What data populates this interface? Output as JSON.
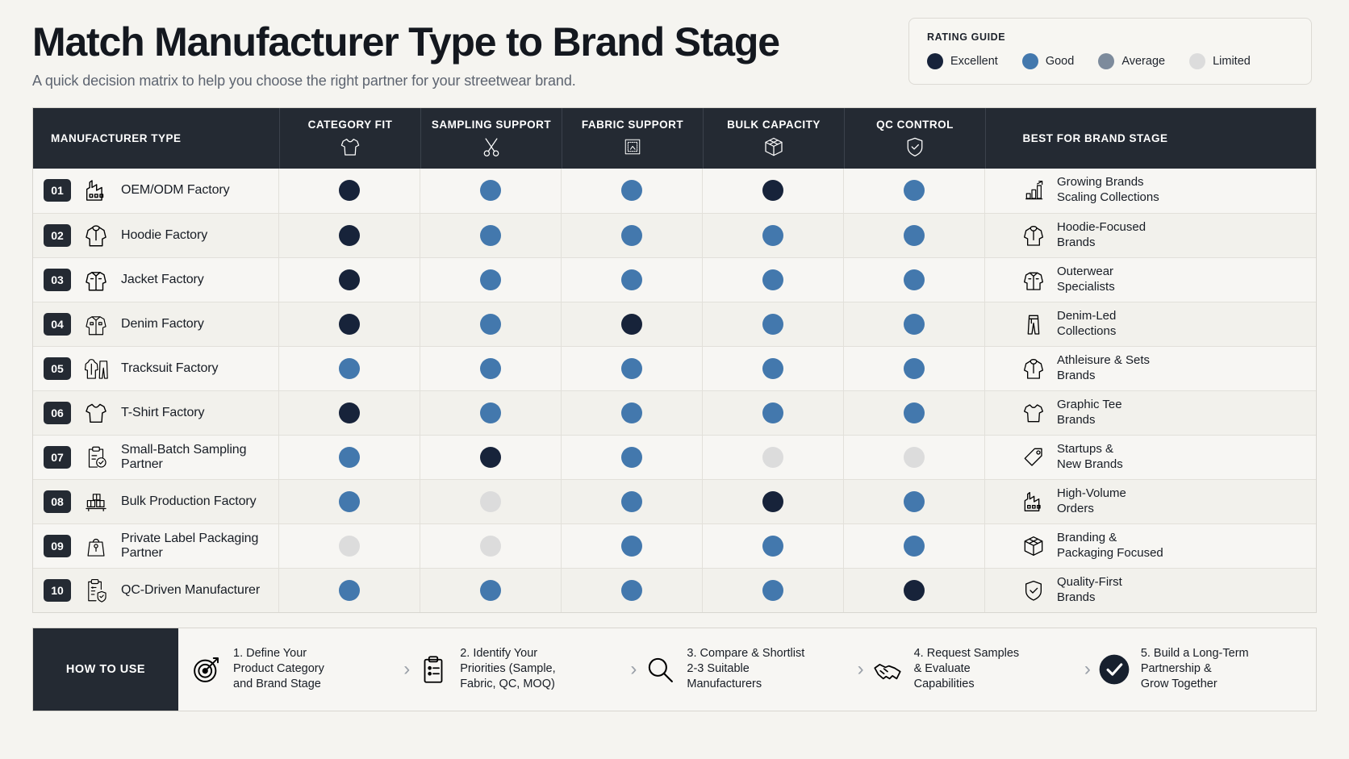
{
  "header": {
    "title": "Match Manufacturer Type to Brand Stage",
    "subtitle": "A quick decision matrix to help you choose the right partner for your streetwear brand."
  },
  "legend": {
    "title": "RATING GUIDE",
    "items": [
      {
        "label": "Excellent",
        "color": "#17233a"
      },
      {
        "label": "Good",
        "color": "#4378ad"
      },
      {
        "label": "Average",
        "color": "#7d8b9c"
      },
      {
        "label": "Limited",
        "color": "#dcdcdc"
      }
    ]
  },
  "table": {
    "columns": [
      {
        "label": "MANUFACTURER TYPE",
        "icon": "none"
      },
      {
        "label": "CATEGORY FIT",
        "icon": "tshirt-icon"
      },
      {
        "label": "SAMPLING SUPPORT",
        "icon": "scissors-icon"
      },
      {
        "label": "FABRIC SUPPORT",
        "icon": "fabric-swatch-icon"
      },
      {
        "label": "BULK CAPACITY",
        "icon": "box-icon"
      },
      {
        "label": "QC CONTROL",
        "icon": "shield-check-icon"
      },
      {
        "label": "BEST FOR BRAND STAGE",
        "icon": "none"
      }
    ],
    "rows": [
      {
        "num": "01",
        "name": "OEM/ODM Factory",
        "icon": "factory-icon",
        "ratings": [
          "excellent",
          "good",
          "good",
          "excellent",
          "good"
        ],
        "stage_icon": "bar-chart-growth-icon",
        "stage_line1": "Growing Brands",
        "stage_line2": "Scaling Collections"
      },
      {
        "num": "02",
        "name": "Hoodie  Factory",
        "icon": "hoodie-icon",
        "ratings": [
          "excellent",
          "good",
          "good",
          "good",
          "good"
        ],
        "stage_icon": "hoodie-icon",
        "stage_line1": "Hoodie-Focused",
        "stage_line2": "Brands"
      },
      {
        "num": "03",
        "name": "Jacket Factory",
        "icon": "jacket-icon",
        "ratings": [
          "excellent",
          "good",
          "good",
          "good",
          "good"
        ],
        "stage_icon": "jacket-icon",
        "stage_line1": "Outerwear",
        "stage_line2": "Specialists"
      },
      {
        "num": "04",
        "name": "Denim Factory",
        "icon": "denim-jacket-icon",
        "ratings": [
          "excellent",
          "good",
          "excellent",
          "good",
          "good"
        ],
        "stage_icon": "jeans-icon",
        "stage_line1": "Denim-Led",
        "stage_line2": "Collections"
      },
      {
        "num": "05",
        "name": "Tracksuit Factory",
        "icon": "tracksuit-icon",
        "ratings": [
          "good",
          "good",
          "good",
          "good",
          "good"
        ],
        "stage_icon": "hoodie-icon",
        "stage_line1": "Athleisure & Sets",
        "stage_line2": "Brands"
      },
      {
        "num": "06",
        "name": "T-Shirt Factory",
        "icon": "tshirt-icon",
        "ratings": [
          "excellent",
          "good",
          "good",
          "good",
          "good"
        ],
        "stage_icon": "tshirt-icon",
        "stage_line1": "Graphic Tee",
        "stage_line2": "Brands"
      },
      {
        "num": "07",
        "name": "Small-Batch Sampling Partner",
        "icon": "clipboard-check-icon",
        "ratings": [
          "good",
          "excellent",
          "good",
          "limited",
          "limited"
        ],
        "stage_icon": "tag-icon",
        "stage_line1": "Startups &",
        "stage_line2": "New Brands"
      },
      {
        "num": "08",
        "name": "Bulk Production Factory",
        "icon": "boxes-pallet-icon",
        "ratings": [
          "good",
          "limited",
          "good",
          "excellent",
          "good"
        ],
        "stage_icon": "factory-icon",
        "stage_line1": "High-Volume",
        "stage_line2": "Orders"
      },
      {
        "num": "09",
        "name": "Private Label Packaging Partner",
        "icon": "shopping-bag-icon",
        "ratings": [
          "limited",
          "limited",
          "good",
          "good",
          "good"
        ],
        "stage_icon": "box-icon",
        "stage_line1": "Branding &",
        "stage_line2": "Packaging Focused"
      },
      {
        "num": "10",
        "name": "QC-Driven  Manufacturer",
        "icon": "clipboard-shield-icon",
        "ratings": [
          "good",
          "good",
          "good",
          "good",
          "excellent"
        ],
        "stage_icon": "shield-check-icon",
        "stage_line1": "Quality-First",
        "stage_line2": "Brands"
      }
    ]
  },
  "rating_colors": {
    "excellent": "#17233a",
    "good": "#4378ad",
    "average": "#7d8b9c",
    "limited": "#dcdcdc"
  },
  "howto": {
    "tag": "HOW TO USE",
    "chevron": "›",
    "steps": [
      {
        "icon": "target-icon",
        "line1": "1. Define Your",
        "line2": "Product Category",
        "line3": "and Brand Stage"
      },
      {
        "icon": "clipboard-list-icon",
        "line1": "2. Identify Your",
        "line2": "Priorities (Sample,",
        "line3": "Fabric, QC, MOQ)"
      },
      {
        "icon": "magnifier-icon",
        "line1": "3. Compare & Shortlist",
        "line2": "2-3 Suitable",
        "line3": "Manufacturers"
      },
      {
        "icon": "handshake-icon",
        "line1": "4. Request Samples",
        "line2": "& Evaluate",
        "line3": "Capabilities"
      },
      {
        "icon": "check-circle-icon",
        "line1": "5. Build a Long-Term",
        "line2": "Partnership &",
        "line3": "Grow Together"
      }
    ]
  }
}
